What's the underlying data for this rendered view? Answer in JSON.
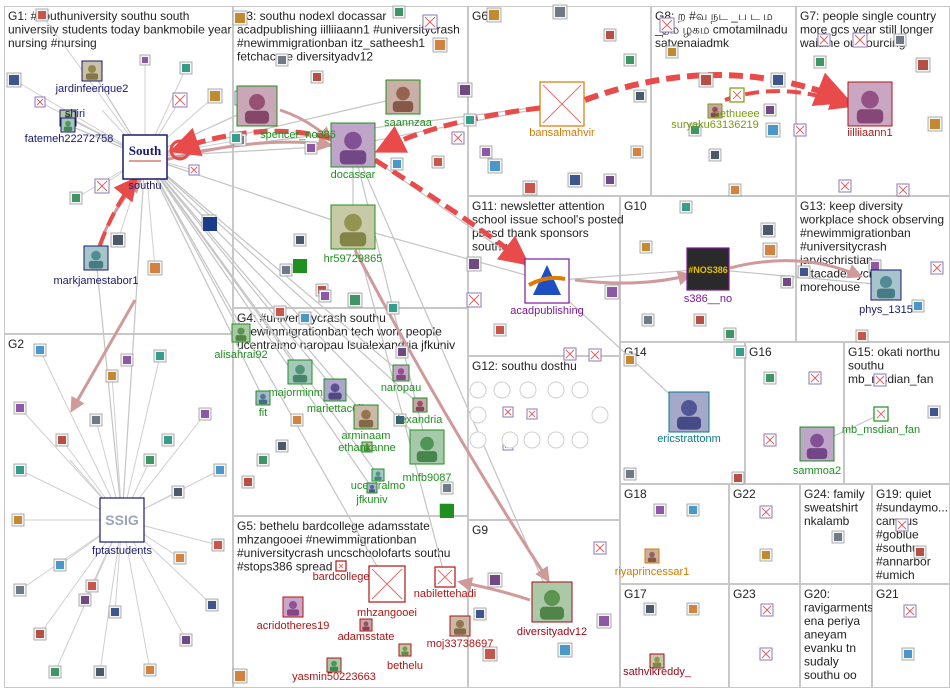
{
  "colors": {
    "group_border": "#c8c8c8",
    "edge_gray": "#c4c4c4",
    "edge_red": "#e94b4b",
    "edge_pink": "#d09a9a",
    "navy": "#1a1a6e",
    "green": "#1f8f1f",
    "olive": "#7a9a10",
    "orange": "#d47a00",
    "maroon": "#a10a1a",
    "purple": "#7a1a9a",
    "teal": "#0a7a8a",
    "darkred": "#b01515"
  },
  "groups": [
    {
      "id": "G1",
      "lines": [
        "G1: #southuniversity southu south",
        "university students today bankmobile year",
        "nursing #nursing"
      ]
    },
    {
      "id": "G2",
      "lines": [
        "G2"
      ]
    },
    {
      "id": "G3",
      "lines": [
        "G3: southu nodexl docassar",
        "acadpublishing iilliiaann1 #universitycrash",
        "#newimmigrationban itz_satheesh1",
        "fetchacure diversityadv12"
      ]
    },
    {
      "id": "G4",
      "lines": [
        "G4: #universitycrash southu",
        "#newimmigrationban tech work people",
        "ucentralmo naropau lsualexandria jfkuniv"
      ]
    },
    {
      "id": "G5",
      "lines": [
        "G5: bethelu bardcollege adamsstate",
        "mhzangooei #newimmigrationban",
        "#universitycrash uncschoolofarts southu",
        "#stops386 spread"
      ]
    },
    {
      "id": "G6",
      "lines": [
        "G6"
      ]
    },
    {
      "id": "G7",
      "lines": [
        "G7: people single country",
        "more gcs year still longer",
        "waitline outsourcing"
      ]
    },
    {
      "id": "G8",
      "lines": [
        "G8: ற #வ நட _ப ட ம",
        "_தம ழகம cmotamilnadu",
        "satyenaiadmk"
      ]
    },
    {
      "id": "G9",
      "lines": [
        "G9"
      ]
    },
    {
      "id": "G10",
      "lines": [
        "G10"
      ]
    },
    {
      "id": "G11",
      "lines": [
        "G11: newsletter attention",
        "school issue school's posted",
        "pbcsd thank sponsors",
        "southu"
      ]
    },
    {
      "id": "G12",
      "lines": [
        "G12: southu dosthu"
      ]
    },
    {
      "id": "G13",
      "lines": [
        "G13: keep diversity",
        "workplace shock observing",
        "#newimmigrationban",
        "#universitycrash",
        "jarvischristian",
        "artacademycincy",
        "morehouse"
      ]
    },
    {
      "id": "G14",
      "lines": [
        "G14"
      ]
    },
    {
      "id": "G15",
      "lines": [
        "G15: okati northu",
        "southu",
        "mb_msdian_fan"
      ]
    },
    {
      "id": "G16",
      "lines": [
        "G16"
      ]
    },
    {
      "id": "G17",
      "lines": [
        "G17"
      ]
    },
    {
      "id": "G18",
      "lines": [
        "G18"
      ]
    },
    {
      "id": "G19",
      "lines": [
        "G19: quiet",
        "#sundaymo...",
        "campus",
        "#goblue",
        "#southu",
        "#annarbor",
        "#umich"
      ]
    },
    {
      "id": "G20",
      "lines": [
        "G20:",
        "ravigarments",
        "ena periya",
        "aneyam",
        "evanku tn",
        "sudaly",
        "southu oo"
      ]
    },
    {
      "id": "G21",
      "lines": [
        "G21"
      ]
    },
    {
      "id": "G22",
      "lines": [
        "G22"
      ]
    },
    {
      "id": "G23",
      "lines": [
        "G23"
      ]
    },
    {
      "id": "G24",
      "lines": [
        "G24: family",
        "sweatshirt",
        "nkalamb"
      ]
    }
  ],
  "nodes": [
    {
      "id": "southu",
      "label": "southu",
      "color": "navy",
      "icon": "south-university-logo",
      "logo_text": "South"
    },
    {
      "id": "jardinfeerique2",
      "label": "jardinfeerique2",
      "color": "navy",
      "icon": "avatar-photo"
    },
    {
      "id": "shiri",
      "label": "shiri",
      "color": "navy",
      "icon": "avatar-photo"
    },
    {
      "id": "fatemeh22272758",
      "label": "fatemeh22272758",
      "color": "navy",
      "icon": "avatar-photo"
    },
    {
      "id": "markjamestabor1",
      "label": "markjamestabor1",
      "color": "navy",
      "icon": "avatar-photo"
    },
    {
      "id": "fptastudents",
      "label": "fptastudents",
      "color": "navy",
      "icon": "ssig-logo",
      "logo_text": "SSIG"
    },
    {
      "id": "docassar",
      "label": "docassar",
      "color": "green",
      "icon": "avatar-photo"
    },
    {
      "id": "spencer_no386",
      "label": "spencer_no386",
      "color": "green",
      "icon": "avatar-photo"
    },
    {
      "id": "saannzaa",
      "label": "saannzaa",
      "color": "green",
      "icon": "avatar-photo"
    },
    {
      "id": "hr59729865",
      "label": "hr59729865",
      "color": "green",
      "icon": "avatar-photo"
    },
    {
      "id": "alisahrai92",
      "label": "alisahrai92",
      "color": "green",
      "icon": "avatar-photo"
    },
    {
      "id": "majorminmin",
      "label": "majorminmin",
      "color": "green",
      "icon": "avatar-photo"
    },
    {
      "id": "fit",
      "label": "fit",
      "color": "green",
      "icon": "avatar-photo"
    },
    {
      "id": "mariettacoll",
      "label": "mariettacoll",
      "color": "green",
      "icon": "avatar-photo"
    },
    {
      "id": "naropau",
      "label": "naropau",
      "color": "green",
      "icon": "avatar-photo"
    },
    {
      "id": "lexandria",
      "label": "lexandria",
      "color": "green",
      "icon": "avatar-photo"
    },
    {
      "id": "arminaam",
      "label": "arminaam",
      "color": "green",
      "icon": "avatar-photo"
    },
    {
      "id": "ethankanne",
      "label": "ethankanne",
      "color": "green",
      "icon": "avatar-photo"
    },
    {
      "id": "mhfb9087",
      "label": "mhfb9087",
      "color": "green",
      "icon": "avatar-photo"
    },
    {
      "id": "ucentralmo",
      "label": "ucentralmo",
      "color": "green",
      "icon": "avatar-photo"
    },
    {
      "id": "jfkuniv",
      "label": "jfkuniv",
      "color": "green",
      "icon": "avatar-photo"
    },
    {
      "id": "bansalmahvir",
      "label": "bansalmahvir",
      "color": "orange",
      "icon": "missing-image"
    },
    {
      "id": "iilliiaann1",
      "label": "iilliiaann1",
      "color": "darkred",
      "icon": "avatar-photo"
    },
    {
      "id": "suryaku63136219",
      "label": "suryaku63136219",
      "color": "olive",
      "icon": "avatar-photo"
    },
    {
      "id": "sethueee",
      "label": "sethueee",
      "color": "olive",
      "icon": "missing-image"
    },
    {
      "id": "acadpublishing",
      "label": "acadpublishing",
      "color": "purple",
      "icon": "acad-logo"
    },
    {
      "id": "s386__no",
      "label": "s386__no",
      "color": "purple",
      "icon": "nos386-logo",
      "logo_text": "#NOS386"
    },
    {
      "id": "phys_1315",
      "label": "phys_1315",
      "color": "navy",
      "icon": "avatar-photo"
    },
    {
      "id": "ericstrattonm",
      "label": "ericstrattonm",
      "color": "teal",
      "icon": "avatar-photo"
    },
    {
      "id": "sammoa2",
      "label": "sammoa2",
      "color": "green",
      "icon": "avatar-photo"
    },
    {
      "id": "mb_msdian_fan",
      "label": "mb_msdian_fan",
      "color": "green",
      "icon": "missing-image"
    },
    {
      "id": "riyaprincessar1",
      "label": "riyaprincessar1",
      "color": "orange",
      "icon": "avatar-photo"
    },
    {
      "id": "sathvikreddy_",
      "label": "sathvikreddy_",
      "color": "maroon",
      "icon": "avatar-photo"
    },
    {
      "id": "diversityadv12",
      "label": "diversityadv12",
      "color": "maroon",
      "icon": "avatar-photo"
    },
    {
      "id": "bardcollege",
      "label": "bardcollege",
      "color": "darkred",
      "icon": "missing-image"
    },
    {
      "id": "mhzangooei",
      "label": "mhzangooei",
      "color": "darkred",
      "icon": "missing-image"
    },
    {
      "id": "nabilettehadi",
      "label": "nabilettehadi",
      "color": "darkred",
      "icon": "missing-image"
    },
    {
      "id": "acridotheres19",
      "label": "acridotheres19",
      "color": "darkred",
      "icon": "avatar-photo"
    },
    {
      "id": "adamsstate",
      "label": "adamsstate",
      "color": "darkred",
      "icon": "avatar-photo"
    },
    {
      "id": "moj33738697",
      "label": "moj33738697",
      "color": "darkred",
      "icon": "avatar-photo"
    },
    {
      "id": "bethelu",
      "label": "bethelu",
      "color": "darkred",
      "icon": "avatar-photo"
    },
    {
      "id": "yasmin50223663",
      "label": "yasmin50223663",
      "color": "darkred",
      "icon": "avatar-photo"
    }
  ]
}
